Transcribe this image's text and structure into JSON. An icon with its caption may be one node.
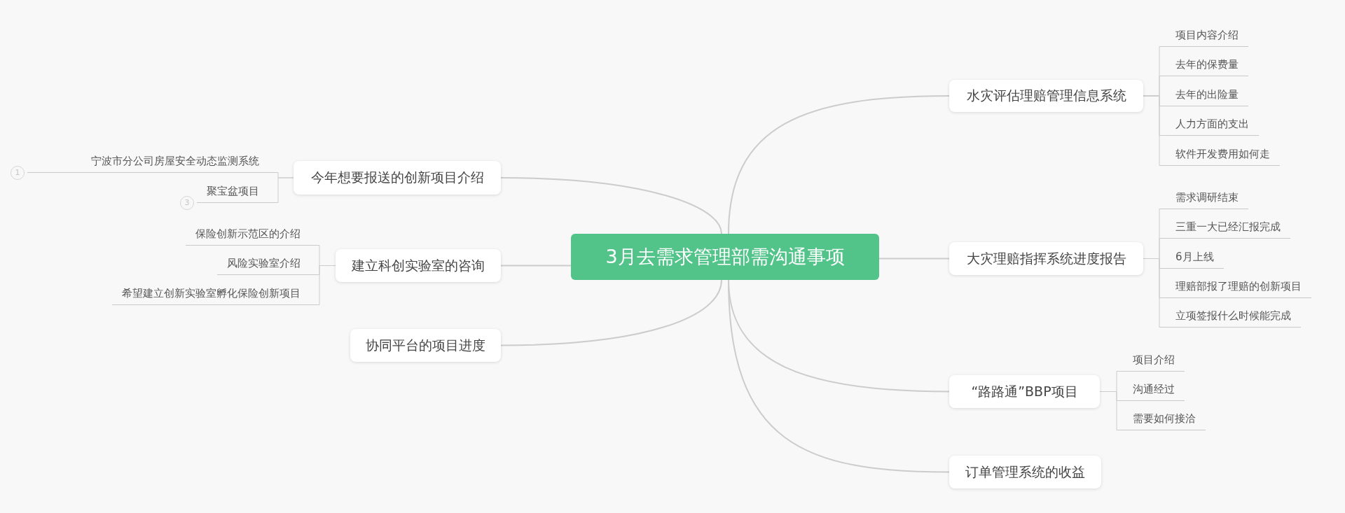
{
  "diagram": {
    "nodes": [
      {
        "text": [
          "3月去需求管理部需沟通事项"
        ]
      },
      {
        "text": [
          "今年想要报送的创新项目介绍"
        ]
      },
      {
        "text": [
          "宁波市分公司房屋安全动态监测系统"
        ]
      },
      {
        "text": [
          "聚宝盆项目"
        ]
      },
      {
        "text": [
          "建立科创实验室的咨询"
        ]
      },
      {
        "text": [
          "保险创新示范区的介绍"
        ]
      },
      {
        "text": [
          "风险实验室介绍"
        ]
      },
      {
        "text": [
          "希望建立创新实验室孵化保险创新项目"
        ]
      },
      {
        "text": [
          "协同平台的项目进度"
        ]
      },
      {
        "text": [
          "水灾评估理赔管理信息系统"
        ]
      },
      {
        "text": [
          "项目内容介绍"
        ]
      },
      {
        "text": [
          "去年的保费量"
        ]
      },
      {
        "text": [
          "去年的出险量"
        ]
      },
      {
        "text": [
          "人力方面的支出"
        ]
      },
      {
        "text": [
          "软件开发费用如何走"
        ]
      },
      {
        "text": [
          "大灾理赔指挥系统进度报告"
        ]
      },
      {
        "text": [
          "需求调研结束"
        ]
      },
      {
        "text": [
          "三重一大已经汇报完成"
        ]
      },
      {
        "text": [
          "6月上线"
        ]
      },
      {
        "text": [
          "理赔部报了理赔的创新项目"
        ]
      },
      {
        "text": [
          "立项签报什么时候能完成"
        ]
      },
      {
        "text": [
          "“路路通”BBP项目"
        ]
      },
      {
        "text": [
          "项目介绍"
        ]
      },
      {
        "text": [
          "沟通经过"
        ]
      },
      {
        "text": [
          "需要如何接洽"
        ]
      },
      {
        "text": [
          "订单管理系统的收益"
        ]
      }
    ],
    "edges": [
      {
        "from": 0,
        "to": 1,
        "arrow": "none"
      },
      {
        "from": 1,
        "to": 2,
        "arrow": "none"
      },
      {
        "from": 1,
        "to": 3,
        "arrow": "none"
      },
      {
        "from": 0,
        "to": 4,
        "arrow": "none"
      },
      {
        "from": 4,
        "to": 5,
        "arrow": "none"
      },
      {
        "from": 4,
        "to": 6,
        "arrow": "none"
      },
      {
        "from": 4,
        "to": 7,
        "arrow": "none"
      },
      {
        "from": 0,
        "to": 8,
        "arrow": "none"
      },
      {
        "from": 0,
        "to": 9,
        "arrow": "none"
      },
      {
        "from": 9,
        "to": 10,
        "arrow": "none"
      },
      {
        "from": 9,
        "to": 11,
        "arrow": "none"
      },
      {
        "from": 9,
        "to": 12,
        "arrow": "none"
      },
      {
        "from": 9,
        "to": 13,
        "arrow": "none"
      },
      {
        "from": 9,
        "to": 14,
        "arrow": "none"
      },
      {
        "from": 0,
        "to": 15,
        "arrow": "none"
      },
      {
        "from": 15,
        "to": 16,
        "arrow": "none"
      },
      {
        "from": 15,
        "to": 17,
        "arrow": "none"
      },
      {
        "from": 15,
        "to": 18,
        "arrow": "none"
      },
      {
        "from": 15,
        "to": 19,
        "arrow": "none"
      },
      {
        "from": 15,
        "to": 20,
        "arrow": "none"
      },
      {
        "from": 0,
        "to": 21,
        "arrow": "none"
      },
      {
        "from": 21,
        "to": 22,
        "arrow": "none"
      },
      {
        "from": 21,
        "to": 23,
        "arrow": "none"
      },
      {
        "from": 21,
        "to": 24,
        "arrow": "none"
      },
      {
        "from": 0,
        "to": 25,
        "arrow": "none"
      }
    ],
    "labels": [
      "1",
      "3"
    ]
  }
}
